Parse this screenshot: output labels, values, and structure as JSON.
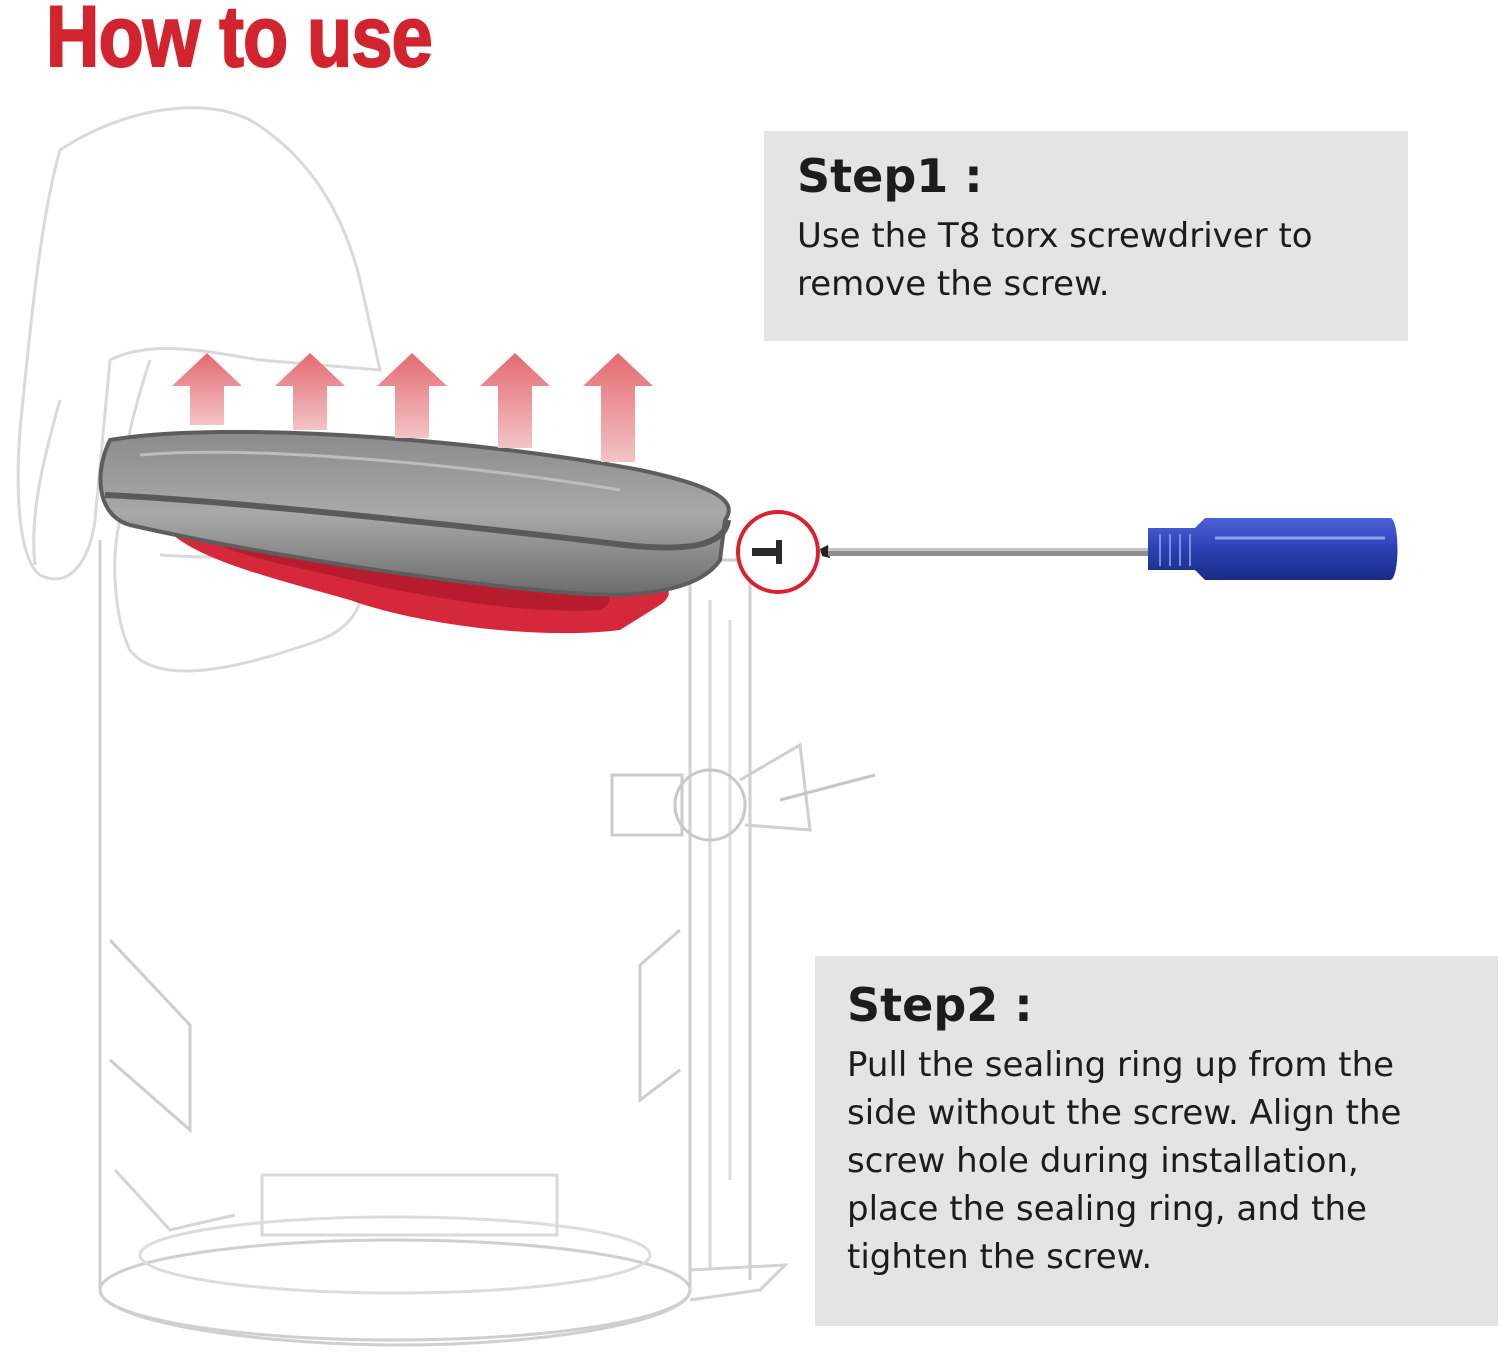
{
  "title": "How to use",
  "colors": {
    "title": "#d1242f",
    "step_box_bg": "#e4e4e4",
    "step_text": "#1c1c1c",
    "arrow": "#e07478",
    "ring_grey": "#707070",
    "seal_red": "#d6283b",
    "driver_blue": "#2f45b8",
    "highlight_circle": "#d8222c"
  },
  "steps": [
    {
      "title": "Step1 :",
      "text": "Use the T8 torx screwdriver to\nremove the screw."
    },
    {
      "title": "Step2 :",
      "text": "Pull the sealing ring up from the\nside without the screw. Align the\nscrew hole during installation,\nplace the sealing ring, and the\ntighten the screw."
    }
  ],
  "illustration": {
    "icons": [
      "hand-icon",
      "up-arrow-icon",
      "dust-bin-icon",
      "sealing-ring-icon",
      "screw-icon",
      "torx-screwdriver-icon",
      "highlight-circle-icon"
    ],
    "arrow_count": 5
  }
}
